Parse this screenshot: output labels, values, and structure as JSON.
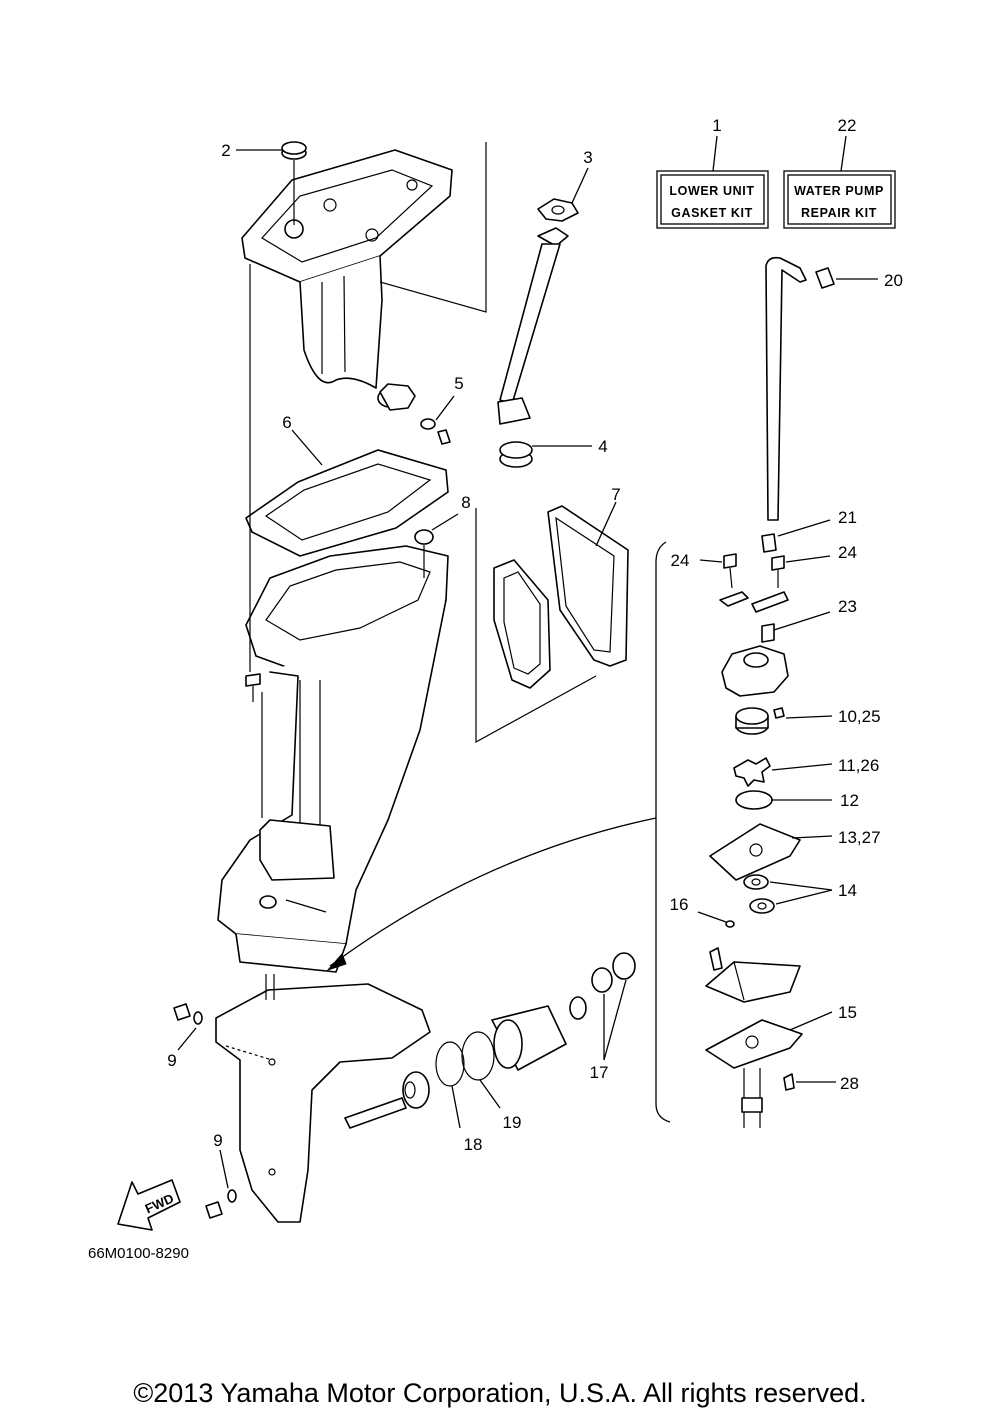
{
  "diagram": {
    "part_numbers": [
      "1",
      "2",
      "3",
      "4",
      "5",
      "6",
      "7",
      "8",
      "9",
      "9",
      "10,25",
      "11,26",
      "12",
      "13,27",
      "14",
      "15",
      "16",
      "17",
      "18",
      "19",
      "20",
      "21",
      "22",
      "23",
      "24",
      "24",
      "28"
    ],
    "kit_1": {
      "number": "1",
      "line1": "LOWER UNIT",
      "line2": "GASKET KIT"
    },
    "kit_22": {
      "number": "22",
      "line1": "WATER PUMP",
      "line2": "REPAIR KIT"
    },
    "fwd_label": "FWD",
    "reference_code": "66M0100-8290"
  },
  "copyright": "©2013 Yamaha Motor Corporation, U.S.A. All rights reserved."
}
